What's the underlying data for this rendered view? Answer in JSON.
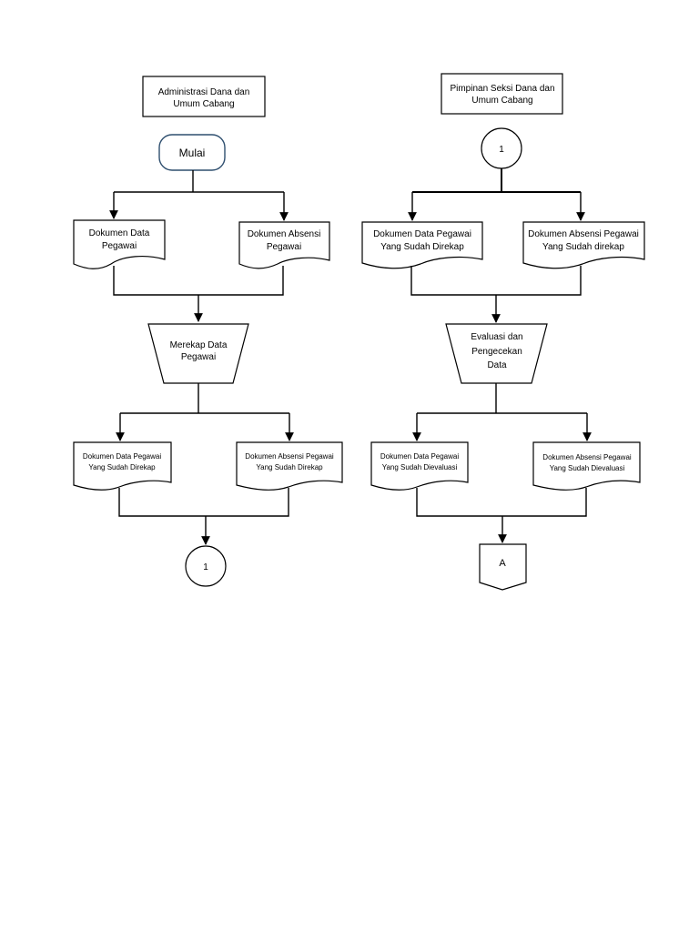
{
  "lane_left": {
    "header": [
      "Administrasi Dana dan",
      "Umum Cabang"
    ],
    "start": "Mulai",
    "doc_data": [
      "Dokumen Data",
      "Pegawai"
    ],
    "doc_absensi": [
      "Dokumen Absensi",
      "Pegawai"
    ],
    "process": [
      "Merekap Data",
      "Pegawai"
    ],
    "out_data": [
      "Dokumen Data Pegawai",
      "Yang Sudah Direkap"
    ],
    "out_absensi": [
      "Dokumen Absensi Pegawai",
      "Yang Sudah Direkap"
    ],
    "connector": "1"
  },
  "lane_right": {
    "header": [
      "Pimpinan Seksi Dana dan",
      "Umum Cabang"
    ],
    "connector_in": "1",
    "doc_data": [
      "Dokumen Data Pegawai",
      "Yang Sudah Direkap"
    ],
    "doc_absensi": [
      "Dokumen Absensi Pegawai",
      "Yang Sudah direkap"
    ],
    "process": [
      "Evaluasi dan",
      "Pengecekan",
      "Data"
    ],
    "out_data": [
      "Dokumen Data Pegawai",
      "Yang Sudah Dievaluasi"
    ],
    "out_absensi": [
      "Dokumen Absensi Pegawai",
      "Yang Sudah Dievaluasi"
    ],
    "offpage": "A"
  }
}
